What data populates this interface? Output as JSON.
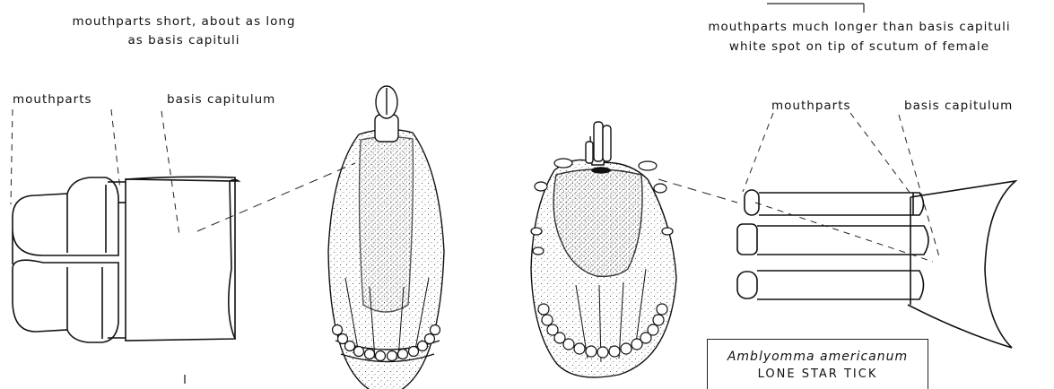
{
  "left_caption": {
    "line1": "mouthparts short, about as long",
    "line2": "as basis capituli"
  },
  "right_caption": {
    "line1": "mouthparts much longer than basis capituli",
    "line2": "white spot on tip of scutum of female"
  },
  "left_labels": {
    "mouthparts": "mouthparts",
    "basis": "basis capitulum"
  },
  "right_labels": {
    "mouthparts": "mouthparts",
    "basis": "basis capitulum"
  },
  "id_box": {
    "species": "Amblyomma americanum",
    "common_name": "LONE STAR TICK"
  }
}
